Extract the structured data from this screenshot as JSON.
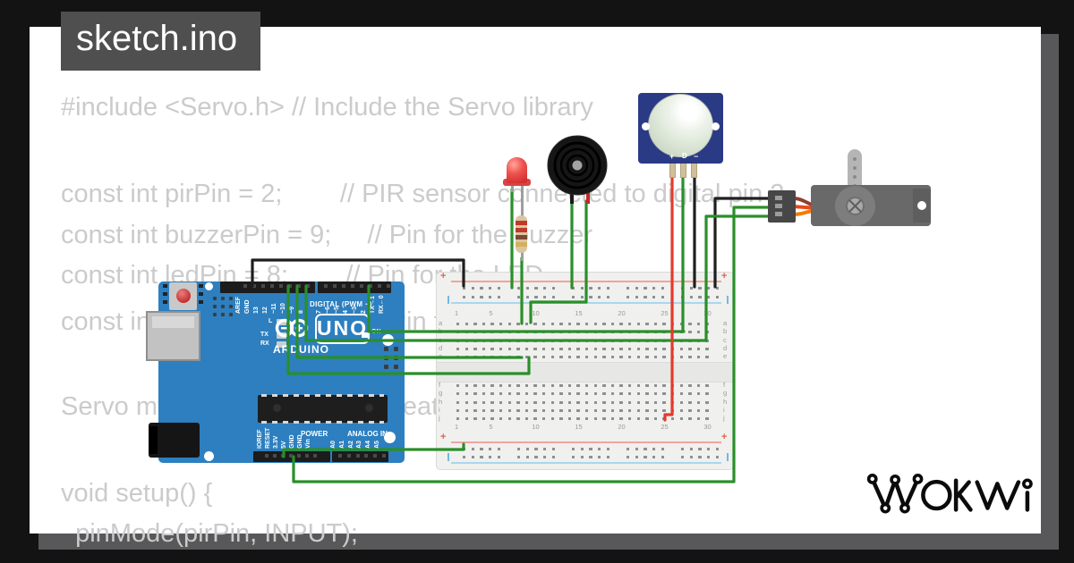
{
  "frame": {
    "title": "sketch.ino"
  },
  "brand": {
    "logo": "WOKWI"
  },
  "code": {
    "lines": [
      "#include <Servo.h> // Include the Servo library",
      "const int pirPin = 2;        // PIR sensor connected to digital pin 2",
      "const int buzzerPin = 9;     // Pin for the buzzer",
      "const int ledPin = 8;        // Pin for the LED",
      "const int servoPin = 10;     // Pin for the servo motor",
      "Servo myServo;               // Create servo object",
      "void setup() {",
      "  pinMode(pirPin, INPUT);"
    ]
  },
  "colors": {
    "wire_green": "#2a8f2a",
    "wire_red": "#e23b2e",
    "wire_black": "#1f1f1f",
    "board_blue": "#2d7fbf",
    "pir_blue": "#2b3a85",
    "shadow_gray": "#58585a",
    "title_box_gray": "#4f4f4f",
    "code_text_gray": "#cbcbcb",
    "canvas_white": "#ffffff",
    "frame_black": "#131313"
  },
  "arduino": {
    "digital_label": "DIGITAL (PWM ~)",
    "digital_pins_left": [
      "AREF",
      "GND",
      "13",
      "12",
      "~11",
      "~10",
      "~9",
      "8"
    ],
    "digital_pins_right": [
      "7",
      "~6",
      "~5",
      "4",
      "~3",
      "2",
      "TX→1",
      "RX←0"
    ],
    "status_leds": [
      "L",
      "TX",
      "RX"
    ],
    "on_label": "ON",
    "model": "UNO",
    "wordmark": "ARDUINO",
    "power_label": "POWER",
    "power_pins": [
      "IOREF",
      "RESET",
      "3.3V",
      "5V",
      "GND",
      "GND",
      "Vin"
    ],
    "analog_label": "ANALOG IN",
    "analog_pins": [
      "A0",
      "A1",
      "A2",
      "A3",
      "A4",
      "A5"
    ]
  },
  "breadboard": {
    "column_numbers": [
      "1",
      "5",
      "10",
      "15",
      "20",
      "25",
      "30"
    ],
    "rows_top": [
      "a",
      "b",
      "c",
      "d",
      "e"
    ],
    "rows_bottom": [
      "f",
      "g",
      "h",
      "i",
      "j"
    ],
    "plus": "+"
  },
  "pir": {
    "pin_labels": [
      "+",
      "D",
      "−"
    ]
  }
}
